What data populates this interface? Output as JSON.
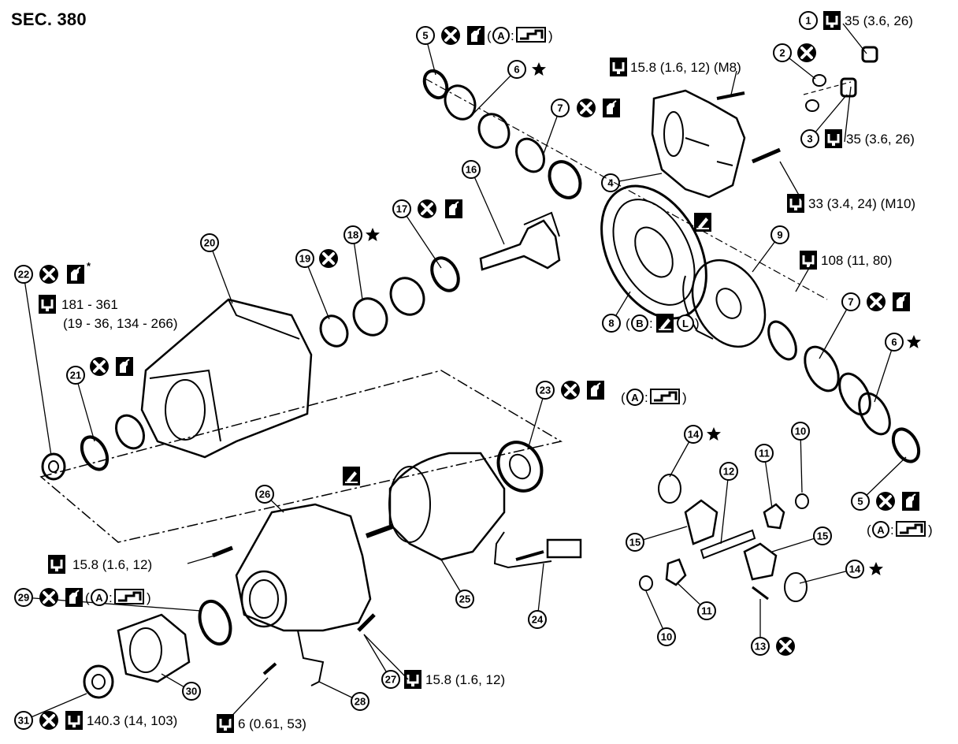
{
  "section": "SEC. 380",
  "symbols": {
    "replace": "replace-every-time-icon",
    "grease": "apply-grease-icon",
    "torque": "torque-wrench-icon",
    "sealant": "liquid-gasket-icon",
    "lockant": "locking-sealant-icon",
    "star": "selective-part-icon",
    "code_A": "A",
    "code_B": "B",
    "code_L": "L"
  },
  "callouts": [
    {
      "id": "c1",
      "num": "1",
      "text": "35 (3.6, 26)"
    },
    {
      "id": "c2",
      "num": "2",
      "text": ""
    },
    {
      "id": "c3",
      "num": "3",
      "text": "35 (3.6, 26)"
    },
    {
      "id": "c4",
      "num": "4",
      "text": ""
    },
    {
      "id": "c5a",
      "num": "5",
      "text": "("
    },
    {
      "id": "c5b",
      "num": "5",
      "text": ""
    },
    {
      "id": "c6a",
      "num": "6",
      "text": ""
    },
    {
      "id": "c6b",
      "num": "6",
      "text": ""
    },
    {
      "id": "c7a",
      "num": "7",
      "text": ""
    },
    {
      "id": "c7b",
      "num": "7",
      "text": ""
    },
    {
      "id": "c8",
      "num": "8",
      "text": ""
    },
    {
      "id": "c9",
      "num": "9",
      "text": ""
    },
    {
      "id": "c10a",
      "num": "10",
      "text": ""
    },
    {
      "id": "c10b",
      "num": "10",
      "text": ""
    },
    {
      "id": "c11a",
      "num": "11",
      "text": ""
    },
    {
      "id": "c11b",
      "num": "11",
      "text": ""
    },
    {
      "id": "c12",
      "num": "12",
      "text": ""
    },
    {
      "id": "c13",
      "num": "13",
      "text": ""
    },
    {
      "id": "c14a",
      "num": "14",
      "text": ""
    },
    {
      "id": "c14b",
      "num": "14",
      "text": ""
    },
    {
      "id": "c15a",
      "num": "15",
      "text": ""
    },
    {
      "id": "c15b",
      "num": "15",
      "text": ""
    },
    {
      "id": "c16",
      "num": "16",
      "text": ""
    },
    {
      "id": "c17",
      "num": "17",
      "text": ""
    },
    {
      "id": "c18",
      "num": "18",
      "text": ""
    },
    {
      "id": "c19",
      "num": "19",
      "text": ""
    },
    {
      "id": "c20",
      "num": "20",
      "text": ""
    },
    {
      "id": "c21",
      "num": "21",
      "text": ""
    },
    {
      "id": "c22",
      "num": "22",
      "text": ""
    },
    {
      "id": "c23",
      "num": "23",
      "text": ""
    },
    {
      "id": "c24",
      "num": "24",
      "text": ""
    },
    {
      "id": "c25",
      "num": "25",
      "text": ""
    },
    {
      "id": "c26",
      "num": "26",
      "text": ""
    },
    {
      "id": "c27",
      "num": "27",
      "text": "15.8 (1.6, 12)"
    },
    {
      "id": "c28",
      "num": "28",
      "text": ""
    },
    {
      "id": "c29",
      "num": "29",
      "text": ""
    },
    {
      "id": "c30",
      "num": "30",
      "text": ""
    },
    {
      "id": "c31",
      "num": "31",
      "text": "140.3 (14, 103)"
    }
  ],
  "torque_notes": {
    "m8": "15.8 (1.6, 12) (M8)",
    "m10": "33 (3.4, 24) (M10)",
    "t108": "108 (11, 80)",
    "t181": "181 - 361",
    "t181b": "(19 - 36, 134 - 266)",
    "t158": "15.8 (1.6, 12)",
    "t6": "6 (0.61, 53)"
  }
}
